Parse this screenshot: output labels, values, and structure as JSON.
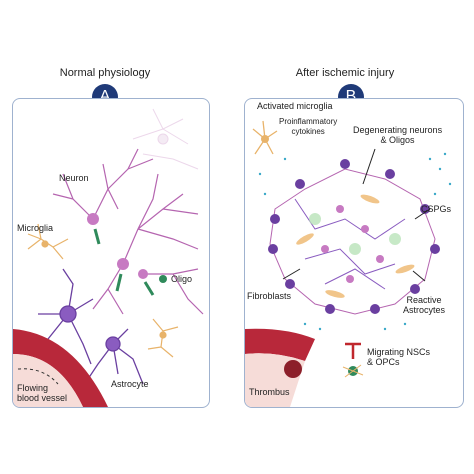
{
  "panel_a": {
    "title": "Normal physiology",
    "badge": "A",
    "labels": {
      "neuron": "Neuron",
      "microglia": "Microglia",
      "oligo": "Oligo",
      "astrocyte": "Astrocyte",
      "vessel": "Flowing\nblood vessel"
    }
  },
  "panel_b": {
    "title": "After ischemic injury",
    "badge": "B",
    "labels": {
      "activated_microglia": "Activated microglia",
      "cytokines": "Proinflammatory\ncytokines",
      "degenerating": "Degenerating neurons\n& Oligos",
      "cspgs": "CSPGs",
      "fibroblasts": "Fibroblasts",
      "reactive": "Reactive\nAstrocytes",
      "migrating": "Migrating NSCs\n& OPCs",
      "thrombus": "Thrombus"
    }
  },
  "colors": {
    "badge": "#1f3a78",
    "panel_border": "#9fb2cf",
    "neuron": "#b565b0",
    "neuron_dark": "#6a3fa0",
    "microglia": "#e8b36a",
    "vessel": "#b8283a",
    "vessel_inner": "#f4c7c3",
    "oligo": "#2f8a5b",
    "cspg": "#3aa9c8",
    "red_inhibit": "#c0272d"
  }
}
